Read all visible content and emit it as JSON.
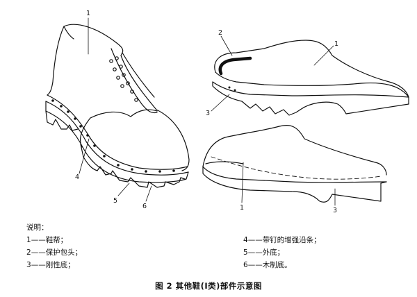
{
  "callouts": {
    "boot": [
      "1",
      "4",
      "5",
      "6"
    ],
    "toe_shoe": [
      "2",
      "1",
      "3"
    ],
    "lower_shoe": [
      "1",
      "3"
    ]
  },
  "legend": {
    "heading": "说明：",
    "items": [
      {
        "num": "1",
        "text": "鞋帮；"
      },
      {
        "num": "2",
        "text": "保护包头；"
      },
      {
        "num": "3",
        "text": "刚性底；"
      },
      {
        "num": "4",
        "text": "带钉的增强沿条；"
      },
      {
        "num": "5",
        "text": "外底；"
      },
      {
        "num": "6",
        "text": "木制底。"
      }
    ],
    "dash": "——"
  },
  "caption": "图 2   其他鞋(Ⅰ类)部件示意图"
}
